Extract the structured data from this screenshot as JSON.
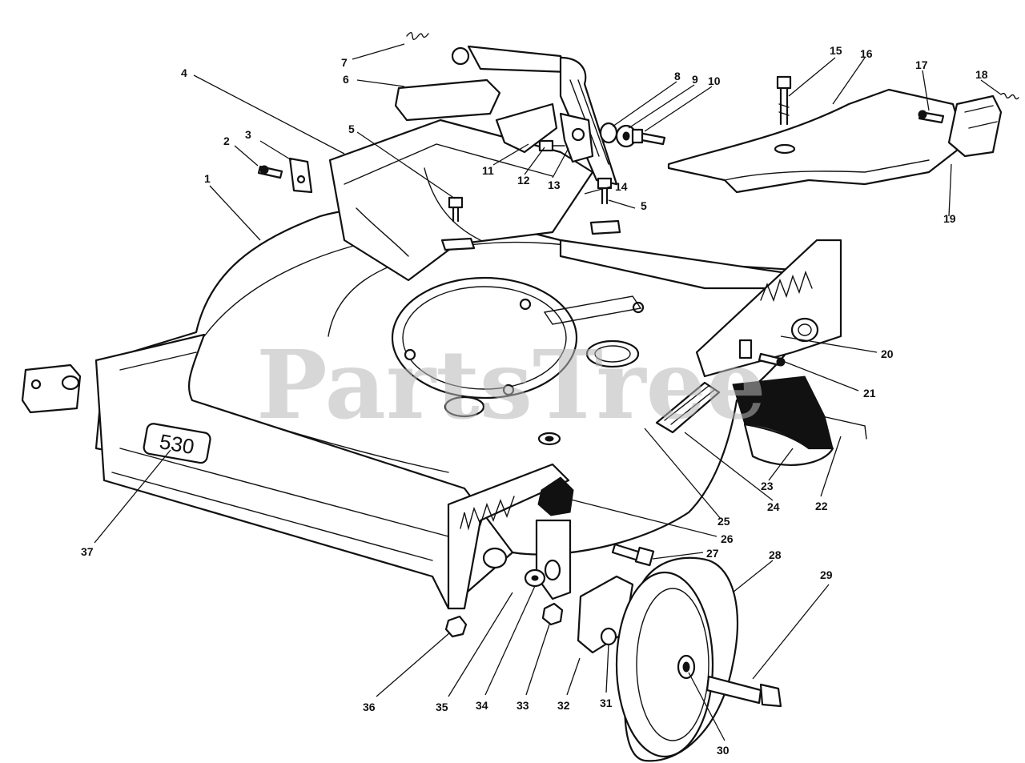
{
  "watermark": "PartsTree",
  "deck_decal": "530",
  "callouts": [
    {
      "id": "1",
      "label": "1"
    },
    {
      "id": "2",
      "label": "2"
    },
    {
      "id": "3",
      "label": "3"
    },
    {
      "id": "4",
      "label": "4"
    },
    {
      "id": "5a",
      "label": "5"
    },
    {
      "id": "5b",
      "label": "5"
    },
    {
      "id": "6",
      "label": "6"
    },
    {
      "id": "7",
      "label": "7"
    },
    {
      "id": "8",
      "label": "8"
    },
    {
      "id": "9",
      "label": "9"
    },
    {
      "id": "10",
      "label": "10"
    },
    {
      "id": "11",
      "label": "11"
    },
    {
      "id": "12",
      "label": "12"
    },
    {
      "id": "13",
      "label": "13"
    },
    {
      "id": "14",
      "label": "14"
    },
    {
      "id": "15",
      "label": "15"
    },
    {
      "id": "16",
      "label": "16"
    },
    {
      "id": "17",
      "label": "17"
    },
    {
      "id": "18",
      "label": "18"
    },
    {
      "id": "19",
      "label": "19"
    },
    {
      "id": "20",
      "label": "20"
    },
    {
      "id": "21",
      "label": "21"
    },
    {
      "id": "22",
      "label": "22"
    },
    {
      "id": "23",
      "label": "23"
    },
    {
      "id": "24",
      "label": "24"
    },
    {
      "id": "25",
      "label": "25"
    },
    {
      "id": "26",
      "label": "26"
    },
    {
      "id": "27",
      "label": "27"
    },
    {
      "id": "28",
      "label": "28"
    },
    {
      "id": "29",
      "label": "29"
    },
    {
      "id": "30",
      "label": "30"
    },
    {
      "id": "31",
      "label": "31"
    },
    {
      "id": "32",
      "label": "32"
    },
    {
      "id": "33",
      "label": "33"
    },
    {
      "id": "34",
      "label": "34"
    },
    {
      "id": "35",
      "label": "35"
    },
    {
      "id": "36",
      "label": "36"
    },
    {
      "id": "37",
      "label": "37"
    }
  ]
}
